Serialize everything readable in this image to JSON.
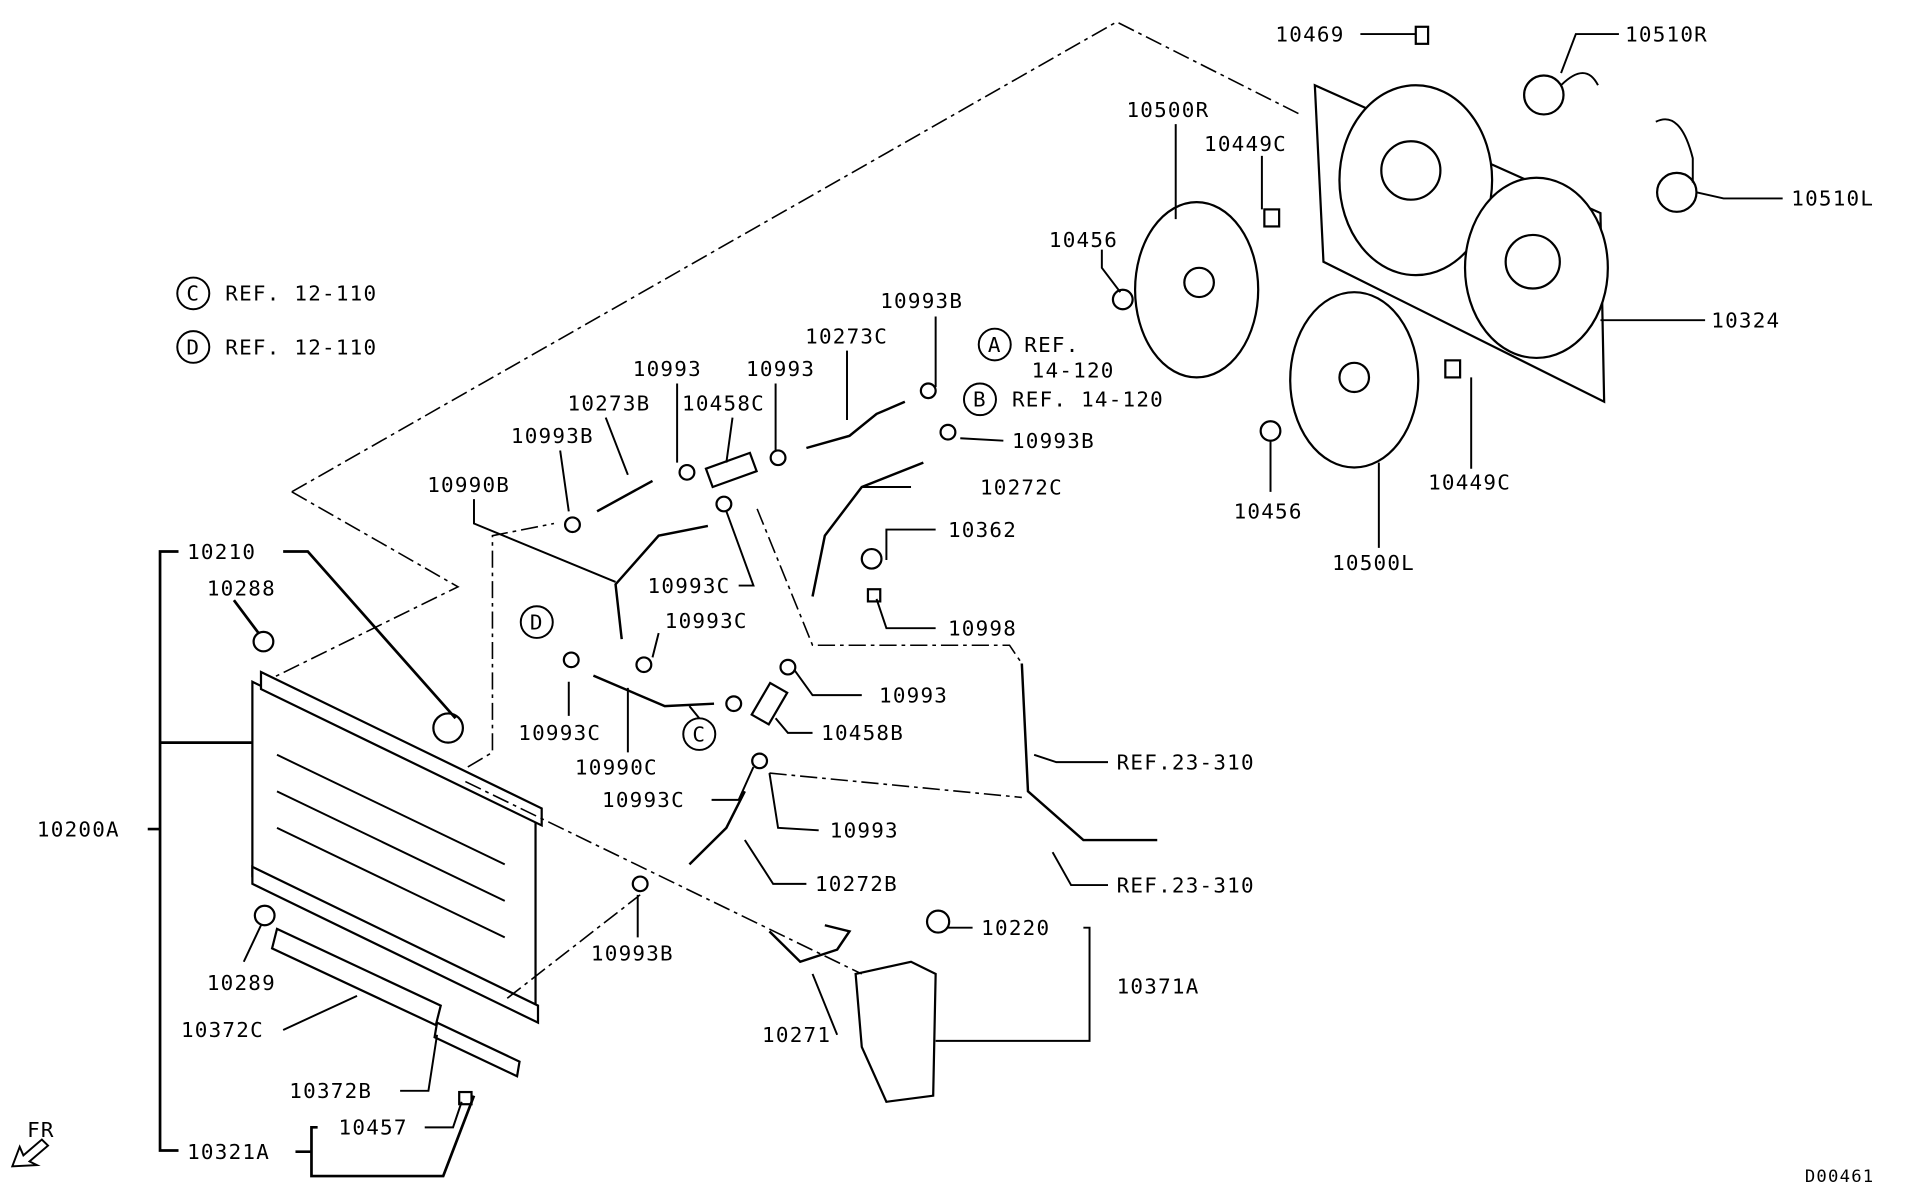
{
  "diagram": {
    "code": "D00461",
    "front_marker": "FR",
    "references": {
      "c_circle": "C",
      "d_circle": "D",
      "a_circle": "A",
      "b_circle": "B",
      "ref_c": "REF. 12-110",
      "ref_d": "REF. 12-110",
      "ref_a_line1": "REF.",
      "ref_a_line2": "14-120",
      "ref_b": "REF. 14-120",
      "ref_23_310_a": "REF.23-310",
      "ref_23_310_b": "REF.23-310"
    },
    "parts": {
      "p10469": "10469",
      "p10510R": "10510R",
      "p10500R": "10500R",
      "p10449C_a": "10449C",
      "p10510L": "10510L",
      "p10456_a": "10456",
      "p10324": "10324",
      "p10449C_b": "10449C",
      "p10456_b": "10456",
      "p10500L": "10500L",
      "p10993B_a": "10993B",
      "p10273C": "10273C",
      "p10993_a": "10993",
      "p10993_b": "10993",
      "p10273B": "10273B",
      "p10458C": "10458C",
      "p10993B_b": "10993B",
      "p10993B_c": "10993B",
      "p10990B": "10990B",
      "p10272C": "10272C",
      "p10362": "10362",
      "p10993C_a": "10993C",
      "p10993C_b": "10993C",
      "p10998": "10998",
      "p10210": "10210",
      "p10288": "10288",
      "p10993_c": "10993",
      "p10993C_c": "10993C",
      "p10458B": "10458B",
      "p10990C": "10990C",
      "p10993C_d": "10993C",
      "p10993_d": "10993",
      "p10200A": "10200A",
      "p10272B": "10272B",
      "p10220": "10220",
      "p10993B_d": "10993B",
      "p10289": "10289",
      "p10371A": "10371A",
      "p10372C": "10372C",
      "p10271": "10271",
      "p10372B": "10372B",
      "p10457": "10457",
      "p10321A": "10321A"
    }
  }
}
